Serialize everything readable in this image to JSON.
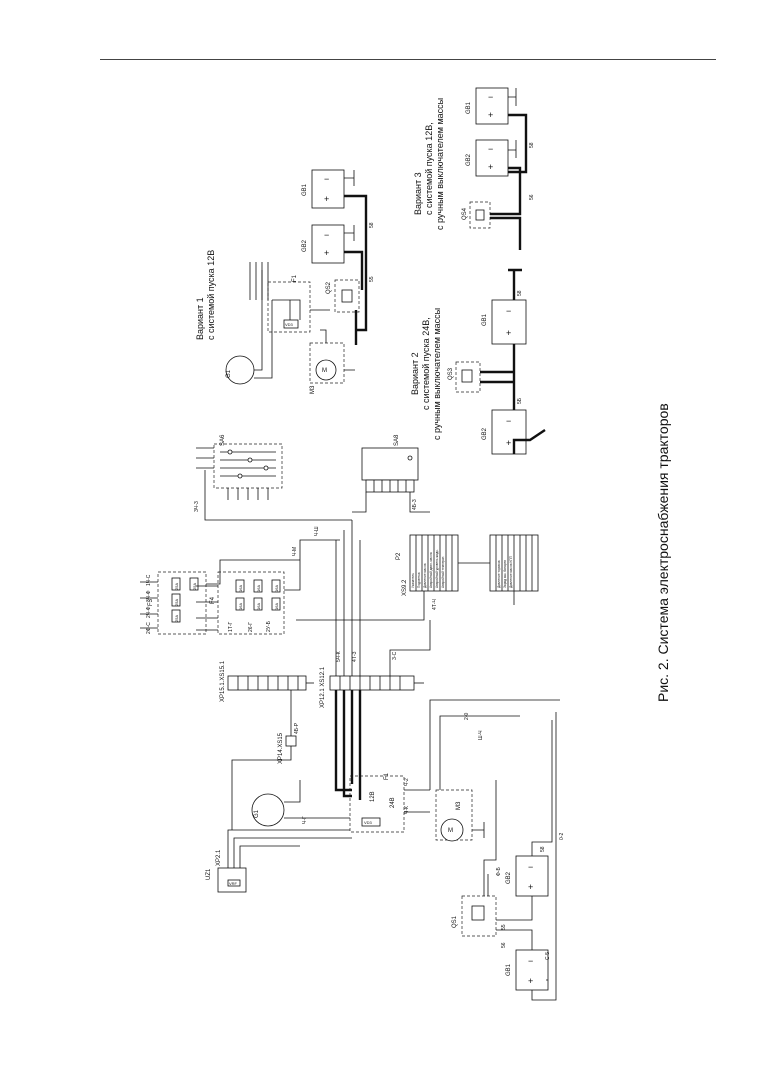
{
  "caption": "Рис. 2. Система электроснабжения тракторов",
  "variants": {
    "v1": [
      "Вариант 1",
      "с системой пуска 12В"
    ],
    "v2": [
      "Вариант 2",
      "с системой пуска 24В,",
      "с ручным выключателем массы"
    ],
    "v3": [
      "Вариант 3",
      "с системой пуска 12В,",
      "с ручным выключателем массы"
    ]
  },
  "designators": {
    "GB1": "GB1",
    "GB2": "GB2",
    "QS1": "QS1",
    "QS2": "QS2",
    "QS3": "QS3",
    "QS4": "QS4",
    "M3": "M3",
    "G1": "G1",
    "F1": "F1",
    "F3": "F3",
    "F4": "F4",
    "SA6": "SA6",
    "SA8": "SA8",
    "P2": "P2",
    "UZ1": "UZ1",
    "XP2_1": "XP2.1",
    "XP14_XS15": "XP14.XS15",
    "XP15_1_XS15_1": "XP15.1.XS15.1",
    "XP12_1_XS12_1": "XP12.1 XS12.1",
    "XS9_2": "XS9.2",
    "V12": "12В",
    "V24": "24В",
    "VD": "VD3",
    "VRF": "VRF"
  },
  "fuse_ratings": [
    "25А",
    "25А",
    "25А",
    "25А",
    "16А",
    "16А",
    "16А",
    "16А",
    "16А",
    "16А"
  ],
  "fuse_letters": [
    "А",
    "Б",
    "В",
    "Г"
  ],
  "p2_rows": [
    "Подсветка",
    "Давление масла",
    "Аварийный давл. масла",
    "Аварийный уровень жидк.",
    "Аварийный температ.",
    "Давление тормоза",
    "Заряд акк. батареи",
    "Давление масла КПП"
  ],
  "p2_header": [
    "Указатель",
    "давления"
  ],
  "wire_labels": [
    "Ч-2",
    "Ч-К",
    "Ч-М",
    "Ч-Ш",
    "Ч-Г",
    "З-С",
    "ЗЧ-З",
    "5Ч-К",
    "4Т-З",
    "1Ч-С",
    "3Ч-Ф",
    "2Ч-Ф",
    "4Б-Р",
    "2Ф-С",
    "4Т-Ч",
    "1Т-Г",
    "26-Г",
    "2У-Б",
    "4Б-З",
    "С-5",
    "2-0",
    "0-2",
    "58",
    "55",
    "56",
    "5Б",
    "Ш-Ч",
    "Ф-Б"
  ],
  "terminal_marks": [
    "+",
    "−",
    "В",
    "Д",
    "ОЗ",
    "М"
  ]
}
